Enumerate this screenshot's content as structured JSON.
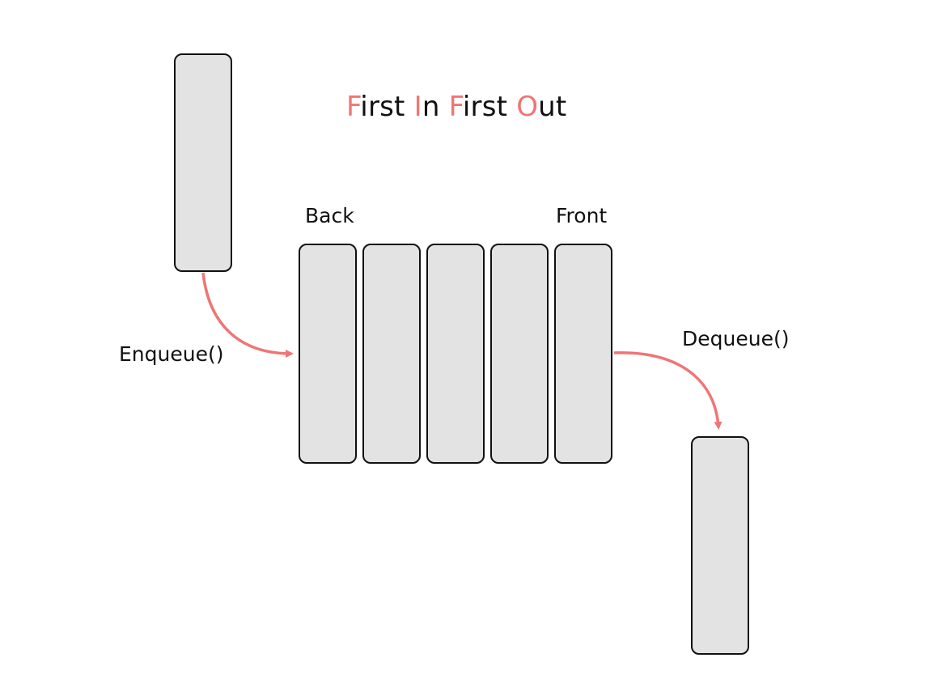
{
  "title": {
    "words": [
      {
        "initial": "F",
        "rest": "irst"
      },
      {
        "initial": "I",
        "rest": "n"
      },
      {
        "initial": "F",
        "rest": "irst"
      },
      {
        "initial": "O",
        "rest": "ut"
      }
    ]
  },
  "labels": {
    "back": "Back",
    "front": "Front",
    "enqueue": "Enqueue()",
    "dequeue": "Dequeue()"
  },
  "queue": {
    "slot_count": 5
  },
  "colors": {
    "accent": "#f07575",
    "box_fill": "#e3e3e3",
    "box_border": "#111111",
    "text": "#111111",
    "background": "#ffffff"
  }
}
